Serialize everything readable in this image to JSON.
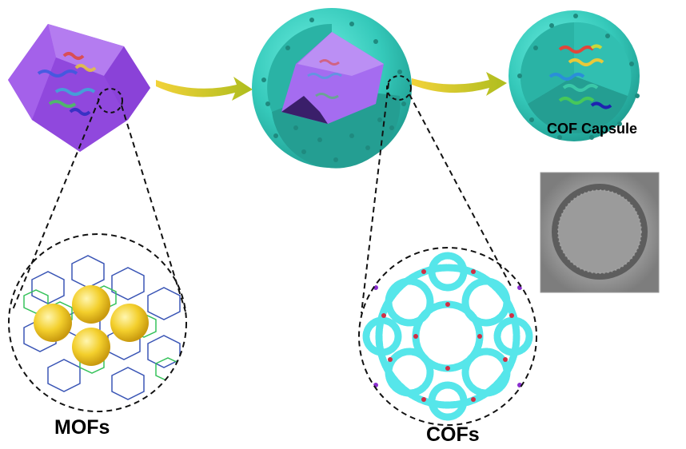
{
  "labels": {
    "mofs": "MOFs",
    "cofs": "COFs",
    "capsule": "COF Capsule"
  },
  "colors": {
    "mof_purple": "#9b52e6",
    "cof_teal": "#3fd3c4",
    "arrow_yellow": "#c8cf2a",
    "gold_sphere": "#f3cf2c",
    "cof_cyan": "#56e6ea",
    "cof_red": "#d12f45",
    "tem_gray": "#8f8f8f"
  },
  "icons": {
    "mof_crystal": "rhombic-dodecahedron-icon",
    "coated_crystal": "cof-coated-mof-icon",
    "capsule": "cof-capsule-icon",
    "mof_structure": "zif-framework-icon",
    "cof_structure": "cof-framework-icon",
    "tem": "tem-micrograph-icon",
    "arrow": "arrow-right-icon",
    "protein": "protein-ribbon-icon"
  }
}
